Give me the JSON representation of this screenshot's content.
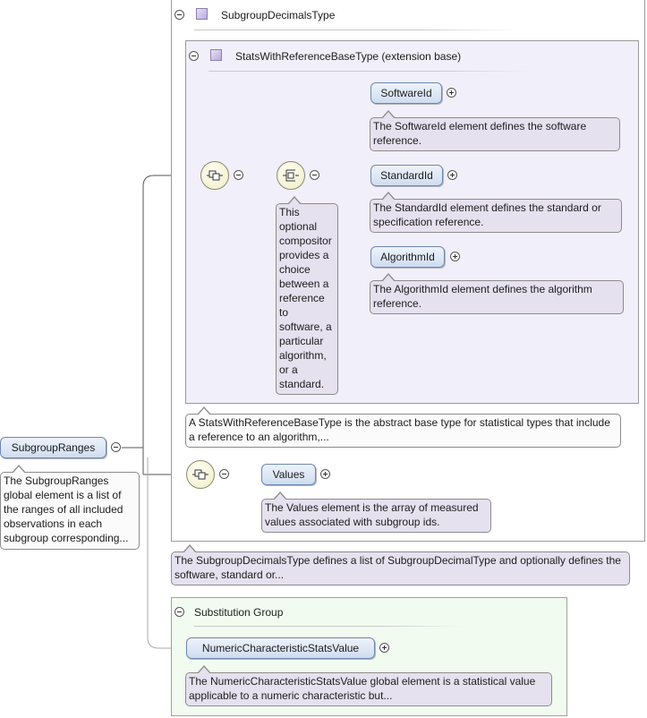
{
  "root": {
    "label": "SubgroupRanges",
    "note": "The SubgroupRanges global element is a list of the ranges of all included observations in each subgroup corresponding..."
  },
  "type_box": {
    "title": "SubgroupDecimalsType",
    "note": "The SubgroupDecimalsType defines a list of SubgroupDecimalType and optionally defines the software, standard or..."
  },
  "extension_box": {
    "title": "StatsWithReferenceBaseType (extension base)",
    "note": "A StatsWithReferenceBaseType is the abstract base type for statistical types that include a reference to an algorithm,..."
  },
  "choice_note": "This optional compositor provides a choice between a reference to software, a particular algorithm, or a standard.",
  "choice_elements": [
    {
      "label": "SoftwareId",
      "note": "The SoftwareId element defines the software reference."
    },
    {
      "label": "StandardId",
      "note": "The StandardId element defines the standard or specification reference."
    },
    {
      "label": "AlgorithmId",
      "note": "The AlgorithmId element defines the algorithm reference."
    }
  ],
  "values_element": {
    "label": "Values",
    "note": "The Values element is the array of measured values associated with subgroup ids."
  },
  "substitution_group": {
    "title": "Substitution Group",
    "element": {
      "label": "NumericCharacteristicStatsValue",
      "note": "The NumericCharacteristicStatsValue global element is a statistical value applicable to a numeric characteristic but..."
    }
  }
}
